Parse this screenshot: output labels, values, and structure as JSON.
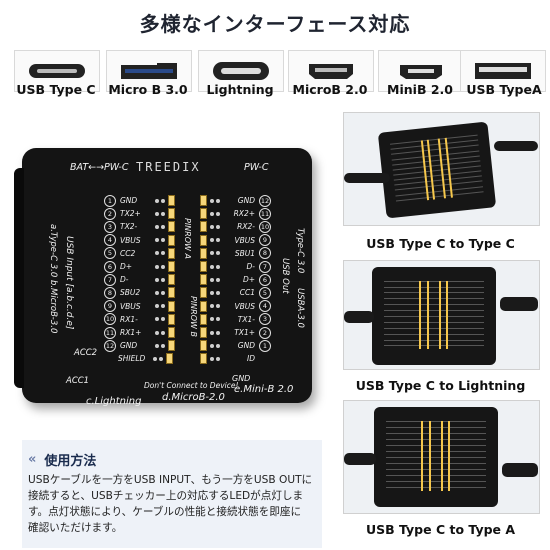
{
  "title": "多様なインターフェース対応",
  "connectors": [
    {
      "label": "USB Type C",
      "icon": "usb-type-c-port-icon"
    },
    {
      "label": "Micro B 3.0",
      "icon": "micro-b-3-port-icon"
    },
    {
      "label": "Lightning",
      "icon": "lightning-port-icon"
    },
    {
      "label": "MicroB 2.0",
      "icon": "micro-b-2-port-icon"
    },
    {
      "label": "MiniB 2.0",
      "icon": "mini-b-port-icon"
    },
    {
      "label": "USB TypeA",
      "icon": "usb-type-a-port-icon"
    }
  ],
  "board": {
    "brand": "TREEDIX",
    "top_left": "BAT←→PW-C",
    "top_right": "PW-C",
    "left_vertical": "USB Input [a.b.c.d.e]",
    "left_vertical2": "a.Type-C 3.0   b.MicroB-3.0",
    "right_vertical": "Type-C 3.0",
    "right_vertical2": "USB Out",
    "right_vertical3": "USBA-3.0",
    "pinrow_a": "PINROW A",
    "pinrow_b": "PINROW B",
    "left_pins": [
      {
        "n": "1",
        "name": "GND"
      },
      {
        "n": "2",
        "name": "TX2+"
      },
      {
        "n": "3",
        "name": "TX2-"
      },
      {
        "n": "4",
        "name": "VBUS"
      },
      {
        "n": "5",
        "name": "CC2"
      },
      {
        "n": "6",
        "name": "D+"
      },
      {
        "n": "7",
        "name": "D-"
      },
      {
        "n": "8",
        "name": "SBU2"
      },
      {
        "n": "9",
        "name": "VBUS"
      },
      {
        "n": "10",
        "name": "RX1-"
      },
      {
        "n": "11",
        "name": "RX1+"
      },
      {
        "n": "12",
        "name": "GND"
      },
      {
        "n": "",
        "name": "SHIELD"
      }
    ],
    "right_pins": [
      {
        "n": "12",
        "name": "GND"
      },
      {
        "n": "11",
        "name": "RX2+"
      },
      {
        "n": "10",
        "name": "RX2-"
      },
      {
        "n": "9",
        "name": "VBUS"
      },
      {
        "n": "8",
        "name": "SBU1"
      },
      {
        "n": "7",
        "name": "D-"
      },
      {
        "n": "6",
        "name": "D+"
      },
      {
        "n": "5",
        "name": "CC1"
      },
      {
        "n": "4",
        "name": "VBUS"
      },
      {
        "n": "3",
        "name": "TX1-"
      },
      {
        "n": "2",
        "name": "TX1+"
      },
      {
        "n": "1",
        "name": "GND"
      },
      {
        "n": "",
        "name": "ID"
      }
    ],
    "acc2": "ACC2",
    "acc1": "ACC1",
    "c_lightning": "c.Lightning",
    "warning": "Don't Connect to Device!",
    "gnd_label": "GND",
    "micro_b": "d.MicroB-2.0",
    "mini_b": "e.Mini-B 2.0"
  },
  "thumbnails": [
    {
      "caption": "USB Type C to Type C"
    },
    {
      "caption": "USB Type C to Lightning"
    },
    {
      "caption": "USB Type C to Type A"
    }
  ],
  "usage": {
    "heading": "使用方法",
    "lines": [
      "USBケーブルを一方をUSB INPUT、もう一方をUSB OUTに",
      "接続すると、USBチェッカー上の対応するLEDが点灯しま",
      "す。点灯状態により、ケーブルの性能と接続状態を即座に",
      "確認いただけます。"
    ]
  }
}
